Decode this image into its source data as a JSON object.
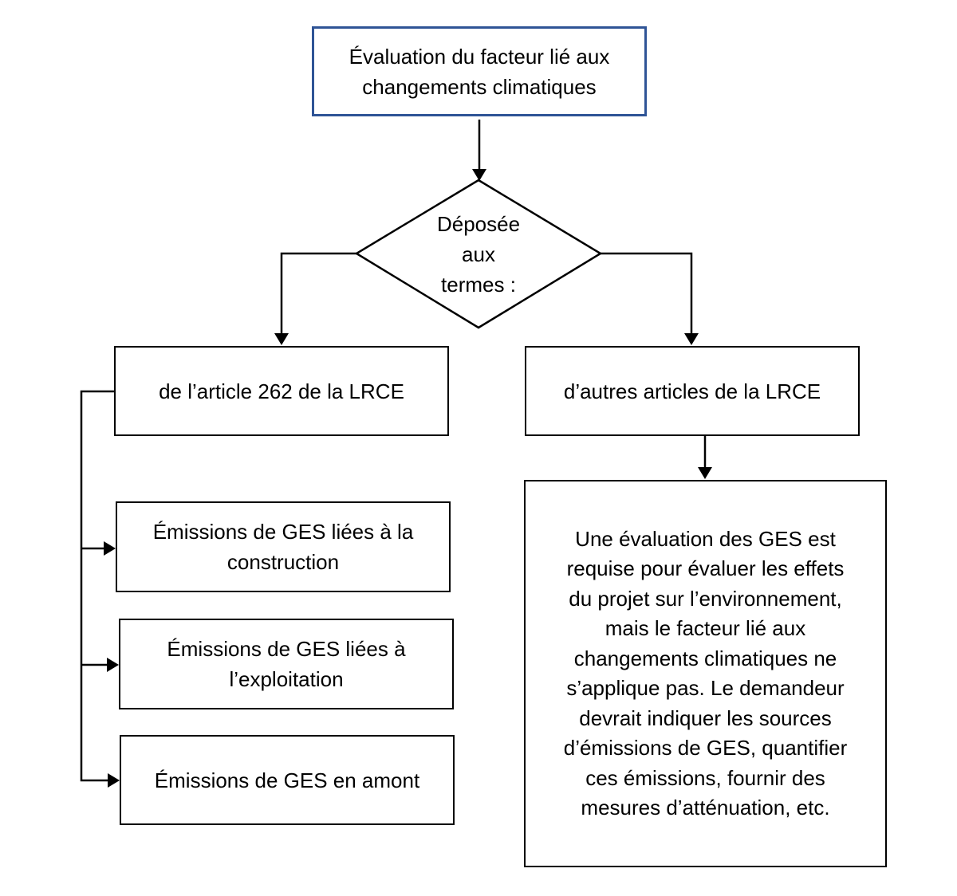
{
  "colors": {
    "background": "#ffffff",
    "top_box_border": "#2f5496",
    "box_border": "#000000",
    "text": "#000000"
  },
  "flowchart": {
    "top_box": {
      "text": "Évaluation du facteur lié aux changements climatiques"
    },
    "decision": {
      "lines": [
        "Déposée",
        "aux",
        "termes :"
      ]
    },
    "left_branch": {
      "box": {
        "text": "de l’article 262 de la LRCE"
      },
      "children": [
        {
          "text": "Émissions de GES liées à la construction"
        },
        {
          "text": "Émissions de GES liées à l’exploitation"
        },
        {
          "text": "Émissions de GES en amont"
        }
      ]
    },
    "right_branch": {
      "box": {
        "text": "d’autres articles de la LRCE"
      },
      "note": {
        "lines": [
          "Une évaluation des GES est",
          "requise pour évaluer les effets",
          "du projet sur l’environnement,",
          "mais le facteur lié aux",
          "changements climatiques ne",
          "s’applique pas. Le demandeur",
          "devrait indiquer les sources",
          "d’émissions de GES, quantifier",
          "ces émissions, fournir des",
          "mesures d’atténuation, etc."
        ]
      }
    }
  }
}
